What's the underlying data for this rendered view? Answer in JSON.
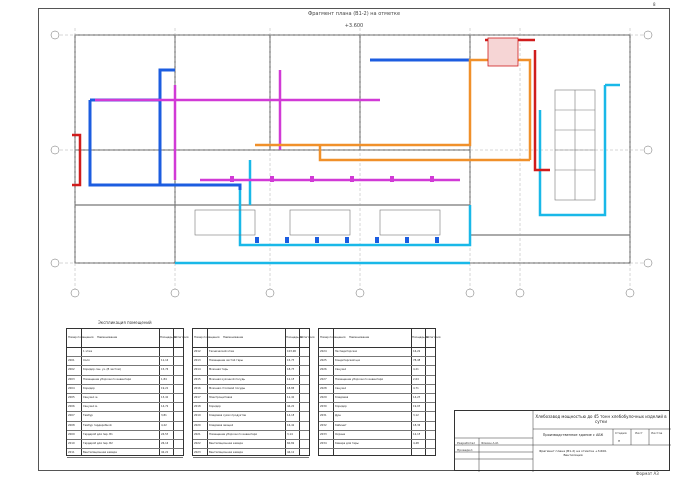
{
  "drawing": {
    "title": "Фрагмент плана (В1-2) на отметке +3.600",
    "mark": "8",
    "format": "Формат А3"
  },
  "tables": {
    "title": "Экспликация помещений",
    "col_no": "Номер помещения",
    "col_name": "Наименование",
    "col_area": "Площадь, м²",
    "col_cat": "Категория",
    "groups": [
      {
        "rows": [
          {
            "no": "",
            "name": "1 этаж",
            "area": "",
            "cat": ""
          },
          {
            "no": "2001",
            "name": "Холл",
            "area": "11,14",
            "cat": ""
          },
          {
            "no": "2002",
            "name": "Коридор сан. уз. (В чистом)",
            "area": "15,74",
            "cat": ""
          },
          {
            "no": "2003",
            "name": "Помещение уборочного инвентаря",
            "area": "1,84",
            "cat": ""
          },
          {
            "no": "2004",
            "name": "Коридор",
            "area": "19,21",
            "cat": ""
          },
          {
            "no": "2005",
            "name": "Санузел ж.",
            "area": "13,41",
            "cat": ""
          },
          {
            "no": "2006",
            "name": "Санузел м.",
            "area": "14,72",
            "cat": ""
          },
          {
            "no": "2007",
            "name": "Тамбур",
            "area": "3,81",
            "cat": ""
          },
          {
            "no": "2008",
            "name": "Тамбур гардеробной",
            "area": "4,22",
            "cat": ""
          },
          {
            "no": "2009",
            "name": "Гардероб для пер. В1",
            "area": "24,53",
            "cat": ""
          },
          {
            "no": "2010",
            "name": "Гардероб для пер. В2",
            "area": "26,14",
            "cat": ""
          },
          {
            "no": "2011",
            "name": "Вентиляционная камера",
            "area": "42,21",
            "cat": ""
          }
        ]
      },
      {
        "rows": [
          {
            "no": "2012",
            "name": "Технический этаж",
            "area": "103,90",
            "cat": ""
          },
          {
            "no": "2013",
            "name": "Помещение чистой тары",
            "area": "15,73",
            "cat": ""
          },
          {
            "no": "2014",
            "name": "Моечная тары",
            "area": "18,73",
            "cat": ""
          },
          {
            "no": "2015",
            "name": "Моечная кухонной посуды",
            "area": "12,15",
            "cat": ""
          },
          {
            "no": "2016",
            "name": "Моечная столовой посуды",
            "area": "18,86",
            "cat": ""
          },
          {
            "no": "2017",
            "name": "Электрощитовая",
            "area": "11,40",
            "cat": ""
          },
          {
            "no": "2018",
            "name": "Коридор",
            "area": "44,20",
            "cat": ""
          },
          {
            "no": "2019",
            "name": "Кладовая сухих продуктов",
            "area": "14,18",
            "cat": ""
          },
          {
            "no": "2020",
            "name": "Кладовая овощей",
            "area": "16,42",
            "cat": ""
          },
          {
            "no": "2021",
            "name": "Помещение уборочного инвентаря",
            "area": "3,14",
            "cat": ""
          },
          {
            "no": "2022",
            "name": "Вентиляционная камера",
            "area": "60,82",
            "cat": ""
          },
          {
            "no": "2023",
            "name": "Вентиляционная камера",
            "area": "44,11",
            "cat": ""
          }
        ]
      },
      {
        "rows": [
          {
            "no": "2024",
            "name": "Экспедиторская",
            "area": "16,22",
            "cat": ""
          },
          {
            "no": "2025",
            "name": "Кондитерский цех",
            "area": "78,48",
            "cat": ""
          },
          {
            "no": "2026",
            "name": "Санузел",
            "area": "4,21",
            "cat": ""
          },
          {
            "no": "2027",
            "name": "Помещение уборочного инвентаря",
            "area": "2,64",
            "cat": ""
          },
          {
            "no": "2028",
            "name": "Санузел",
            "area": "4,71",
            "cat": ""
          },
          {
            "no": "2029",
            "name": "Кладовая",
            "area": "14,23",
            "cat": ""
          },
          {
            "no": "2030",
            "name": "Коридор",
            "area": "19,03",
            "cat": ""
          },
          {
            "no": "2031",
            "name": "Душ",
            "area": "3,12",
            "cat": ""
          },
          {
            "no": "2032",
            "name": "Кабинет",
            "area": "18,34",
            "cat": ""
          },
          {
            "no": "2033",
            "name": "Охрана",
            "area": "12,15",
            "cat": ""
          },
          {
            "no": "2034",
            "name": "Камера для тары",
            "area": "4,48",
            "cat": ""
          }
        ]
      }
    ]
  },
  "stamp": {
    "project": "Хлебозавод мощностью до 45 тонн хлебобулочных изделий в сутки",
    "sheet_name": "Производственное здание с АБК",
    "plan_name": "Фрагмент плана (В1-2) на отметке +3.600. Вентиляция",
    "stage": "Стадия",
    "sheet": "Лист",
    "sheets": "Листов",
    "stage_val": "П",
    "developed": "Разработал",
    "checked": "Проверил",
    "developer_name": "Фомин А.И."
  },
  "colors": {
    "supply_blue": "#1c5de0",
    "cyan": "#19b8e8",
    "magenta": "#d13ad6",
    "red": "#d01c1c",
    "orange": "#f0902a",
    "grid": "#9a9a9a"
  }
}
